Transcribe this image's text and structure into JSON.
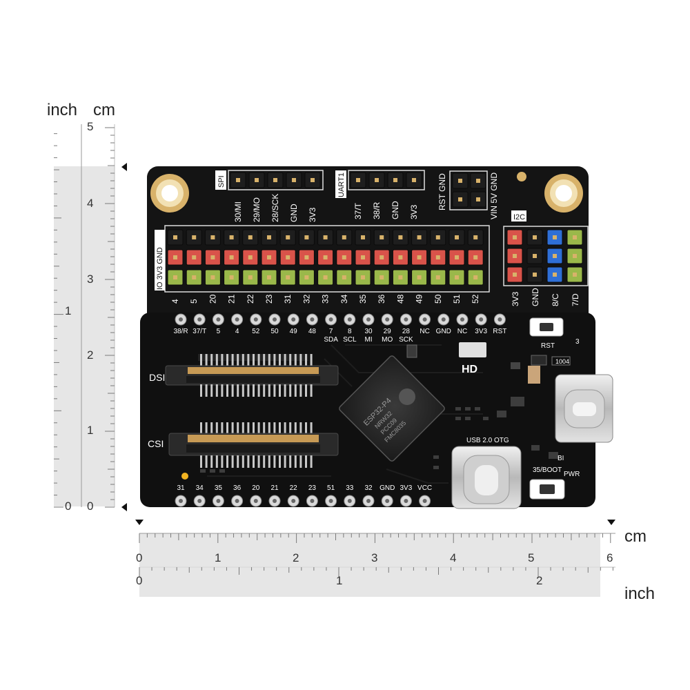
{
  "units": {
    "vertical_inch": "inch",
    "vertical_cm": "cm",
    "horizontal_cm": "cm",
    "horizontal_inch": "inch"
  },
  "vertical_ruler": {
    "cm_numbers": [
      "5",
      "4",
      "3",
      "2",
      "1",
      "0"
    ],
    "inch_numbers": [
      "1",
      "0"
    ]
  },
  "horizontal_ruler": {
    "cm_numbers": [
      "0",
      "1",
      "2",
      "3",
      "4",
      "5",
      "6"
    ],
    "inch_numbers": [
      "0",
      "1",
      "2"
    ]
  },
  "colors": {
    "pcb": "#111111",
    "header_black": "#1e1e1e",
    "header_red": "#d9534a",
    "header_green": "#9ab84a",
    "header_blue": "#2f6fd6",
    "pad_gold": "#d8b26a",
    "ruler_shade": "#e6e6e6"
  },
  "board": {
    "top_headers": {
      "spi_title": "SPI",
      "spi_pins": [
        "30/MI",
        "29/MO",
        "28/SCK",
        "GND",
        "3V3"
      ],
      "uart_title": "UART1",
      "uart_pins": [
        "37/T",
        "38/R",
        "GND",
        "3V3"
      ],
      "power_top": "RST GND",
      "power_bottom": "VIN 5V GND",
      "i2c_title": "I2C"
    },
    "gpio_row_title": "IO 3V3 GND",
    "gpio_labels": [
      "4",
      "5",
      "20",
      "21",
      "22",
      "23",
      "31",
      "32",
      "33",
      "34",
      "35",
      "36",
      "48",
      "49",
      "50",
      "51",
      "52"
    ],
    "i2c_labels": [
      "3V3",
      "GND",
      "8/C",
      "7/D"
    ],
    "core_top_labels": [
      "38/R",
      "37/T",
      "5",
      "4",
      "52",
      "50",
      "49",
      "48",
      "7",
      "8",
      "30",
      "29",
      "28",
      "NC",
      "GND",
      "NC",
      "3V3",
      "RST"
    ],
    "core_top_sublabels": [
      "SDA",
      "SCL",
      "MI",
      "MO",
      "SCK"
    ],
    "core_bottom_labels": [
      "31",
      "34",
      "35",
      "36",
      "20",
      "21",
      "22",
      "23",
      "51",
      "33",
      "32",
      "GND",
      "3V3",
      "VCC"
    ],
    "dsi_label": "DSI",
    "csi_label": "CSI",
    "chip_lines": [
      "ESP32-P4",
      "NRW32",
      "PCC09",
      "FMC8035"
    ],
    "usb_otg_label": "USB 2.0 OTG",
    "rst_label": "RST",
    "boot_label": "35/BOOT",
    "pwr_label": "PWR",
    "bi_label": "BI",
    "pin3_label": "3",
    "resistor_label": "1004"
  }
}
